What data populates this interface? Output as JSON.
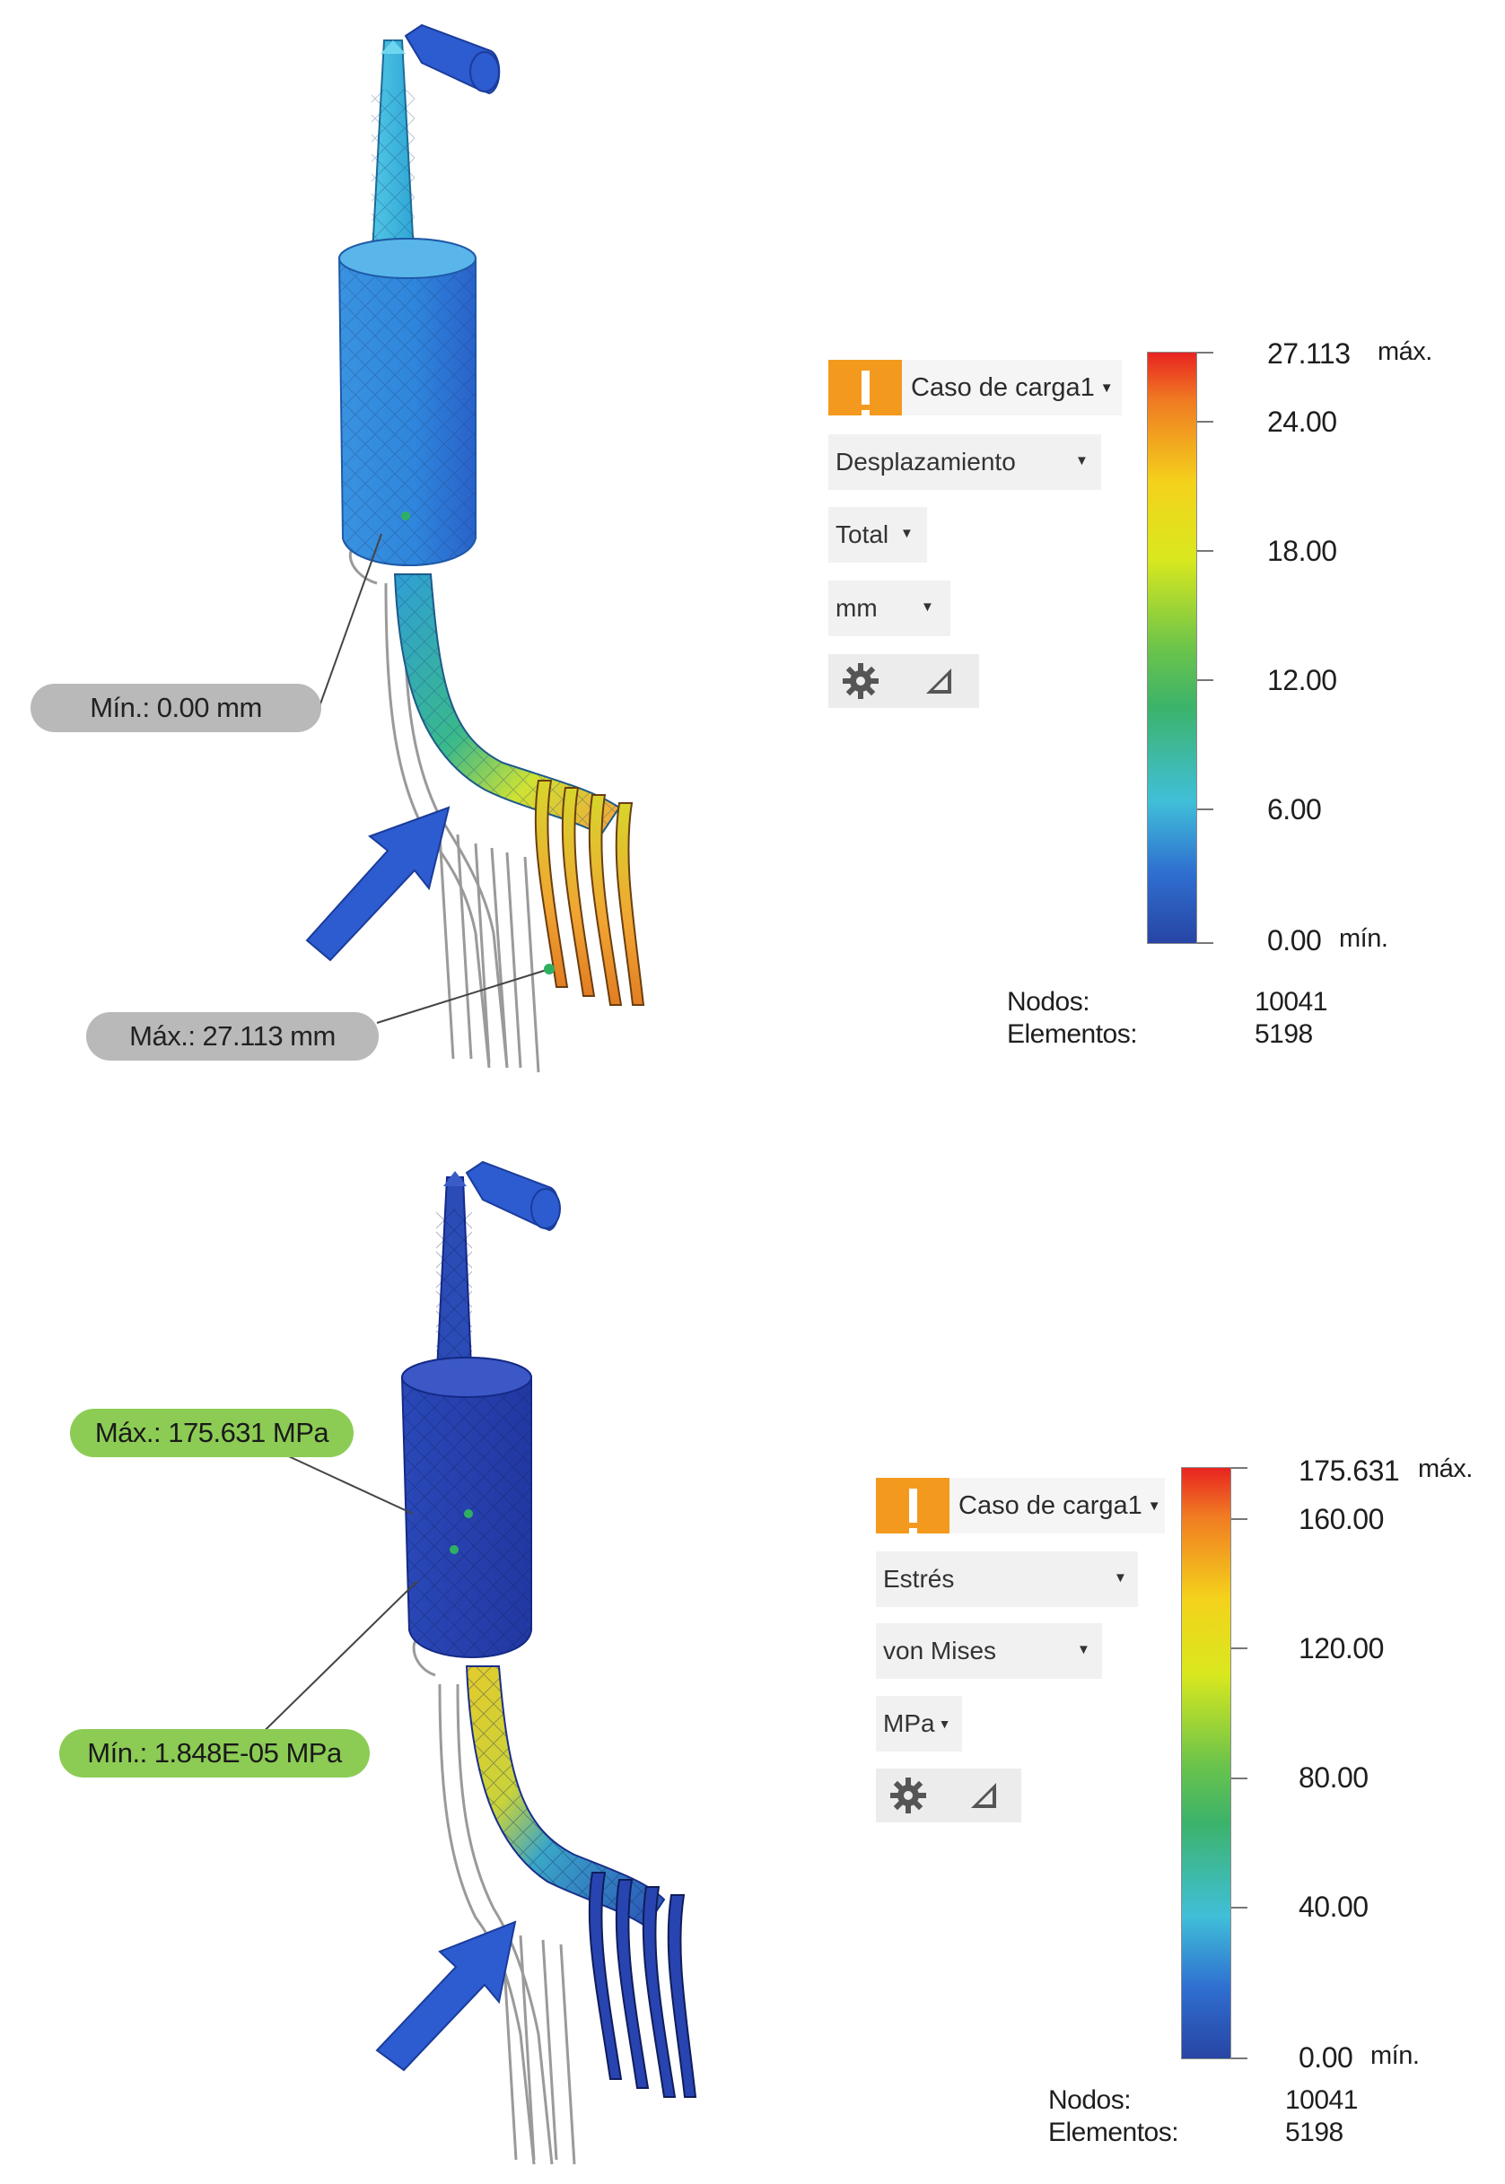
{
  "colors": {
    "warning": "#f39a1e",
    "min_max_label_top": "#b9b9b9",
    "min_max_label_bottom": "#8ccc55",
    "scale_top": "#e82421",
    "scale_bottom": "#2745a4",
    "load_arrow": "#2d5bd0"
  },
  "panels": [
    {
      "load_case": "Caso de carga1",
      "result_type": "Desplazamiento",
      "component": "Total",
      "unit": "mm",
      "settings_icon": "gear-icon",
      "legend_icon": "triangle-ramp-icon",
      "min_label": "Mín.: 0.00 mm",
      "max_label": "Máx.: 27.113 mm",
      "scale_max_value": "27.113",
      "scale_max_suffix": "máx.",
      "scale_min_value": "0.00",
      "scale_min_suffix": "mín.",
      "scale_ticks": [
        "24.00",
        "18.00",
        "12.00",
        "6.00"
      ],
      "nodes_label": "Nodos:",
      "nodes_value": "10041",
      "elements_label": "Elementos:",
      "elements_value": "5198"
    },
    {
      "load_case": "Caso de carga1",
      "result_type": "Estrés",
      "component": "von Mises",
      "unit": "MPa",
      "settings_icon": "gear-icon",
      "legend_icon": "triangle-ramp-icon",
      "min_label": "Mín.: 1.848E-05 MPa",
      "max_label": "Máx.: 175.631 MPa",
      "scale_max_value": "175.631",
      "scale_max_suffix": "máx.",
      "scale_min_value": "0.00",
      "scale_min_suffix": "mín.",
      "scale_ticks": [
        "160.00",
        "120.00",
        "80.00",
        "40.00"
      ],
      "nodes_label": "Nodos:",
      "nodes_value": "10041",
      "elements_label": "Elementos:",
      "elements_value": "5198"
    }
  ]
}
